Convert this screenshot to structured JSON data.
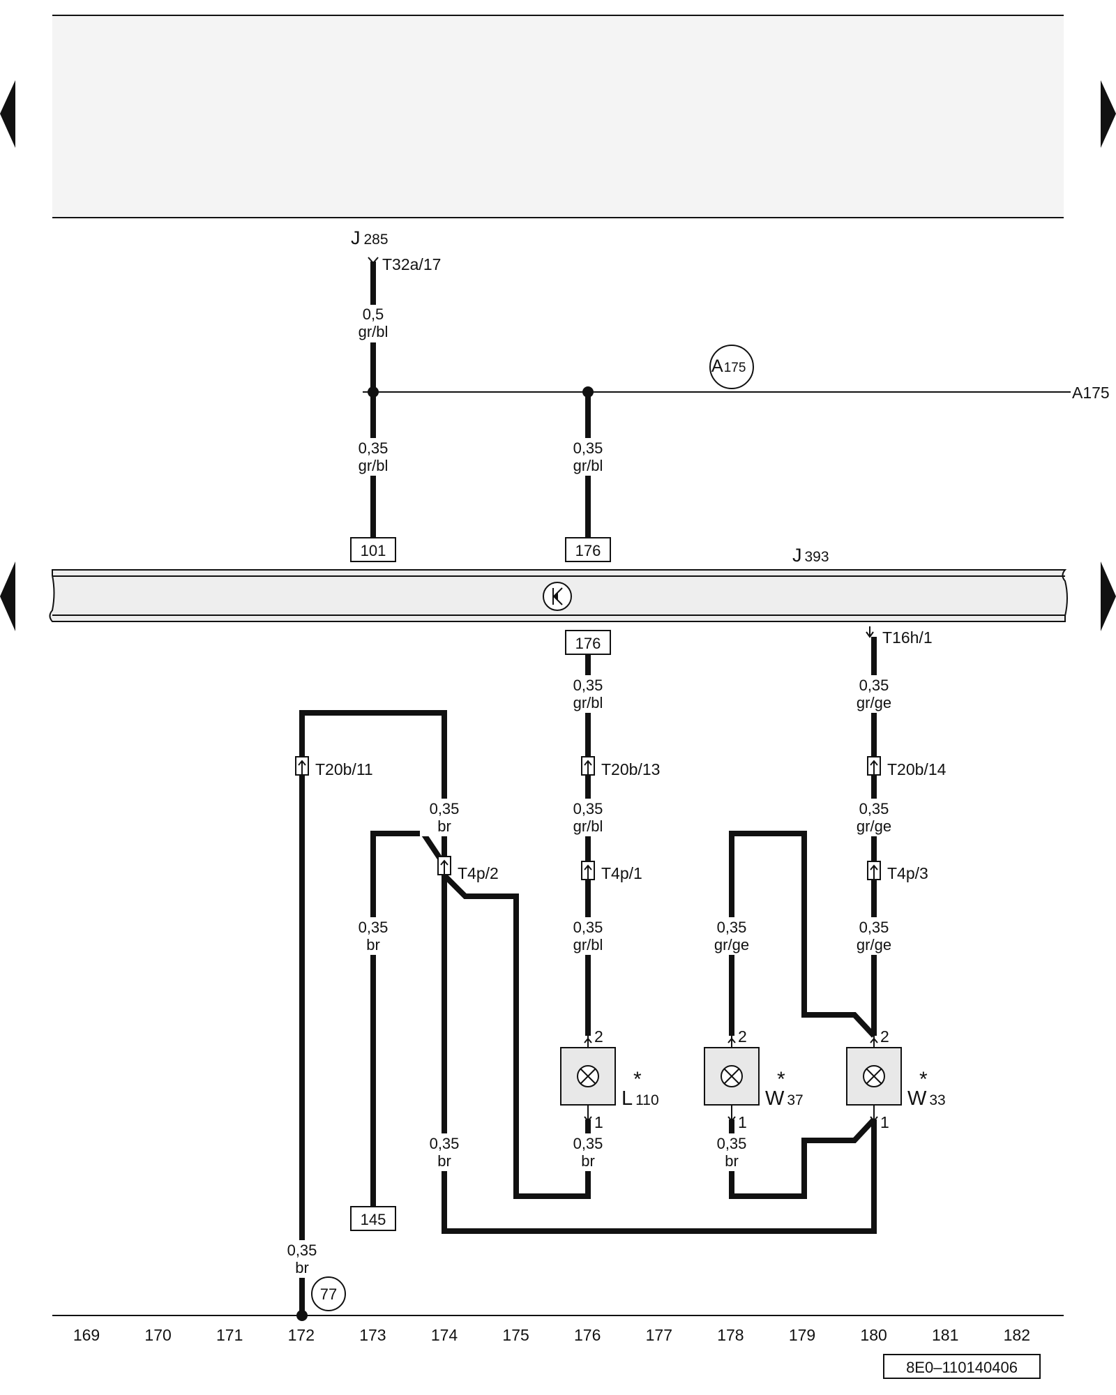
{
  "diagram_code": "8E0–110140406",
  "colors": {
    "line": "#111111",
    "band_fill": "#f4f4f4",
    "bus_fill": "#eeeeee",
    "component_fill": "#e8e8e8"
  },
  "components": {
    "j285": {
      "main": "J",
      "sub": "285"
    },
    "j393": {
      "main": "J",
      "sub": "393"
    },
    "l110": {
      "main": "L",
      "sub": "110",
      "mark": "*"
    },
    "w37": {
      "main": "W",
      "sub": "37",
      "mark": "*"
    },
    "w33": {
      "main": "W",
      "sub": "33",
      "mark": "*"
    }
  },
  "bus_symbol_icon": "k-circle-icon",
  "lamp_icon": "bulb-cross-circle-icon",
  "nav_arrows": [
    "arrow-left-icon",
    "arrow-right-icon",
    "arrow-left-icon",
    "arrow-right-icon"
  ],
  "terminals": {
    "t32a_17": "T32a/17",
    "t16h_1": "T16h/1",
    "t20b_11": "T20b/11",
    "t20b_13": "T20b/13",
    "t20b_14": "T20b/14",
    "t4p_2": "T4p/2",
    "t4p_1": "T4p/1",
    "t4p_3": "T4p/3"
  },
  "pins": {
    "l110_top": "2",
    "l110_bottom": "1",
    "w37_top": "2",
    "w37_bottom": "1",
    "w33_top": "2",
    "w33_bottom": "1"
  },
  "connection_A175": {
    "circle_main": "A",
    "circle_sub": "175",
    "line_end": "A175"
  },
  "ref_boxes": {
    "b101": "101",
    "b176_top": "176",
    "b176_bottom": "176",
    "b145": "145"
  },
  "ground_circle": "77",
  "wires": {
    "w_j285": {
      "size": "0,5",
      "color": "gr/bl"
    },
    "w_101": {
      "size": "0,35",
      "color": "gr/bl"
    },
    "w_176a": {
      "size": "0,35",
      "color": "gr/bl"
    },
    "w_176b": {
      "size": "0,35",
      "color": "gr/bl"
    },
    "w_176c": {
      "size": "0,35",
      "color": "gr/bl"
    },
    "w_176d": {
      "size": "0,35",
      "color": "gr/bl"
    },
    "w_180a": {
      "size": "0,35",
      "color": "gr/ge"
    },
    "w_180b": {
      "size": "0,35",
      "color": "gr/ge"
    },
    "w_180c": {
      "size": "0,35",
      "color": "gr/ge"
    },
    "w_178a": {
      "size": "0,35",
      "color": "gr/ge"
    },
    "w_174a": {
      "size": "0,35",
      "color": "br"
    },
    "w_173": {
      "size": "0,35",
      "color": "br"
    },
    "w_174b": {
      "size": "0,35",
      "color": "br"
    },
    "w_176e": {
      "size": "0,35",
      "color": "br"
    },
    "w_178b": {
      "size": "0,35",
      "color": "br"
    },
    "w_172": {
      "size": "0,35",
      "color": "br"
    }
  },
  "axis_numbers": [
    "169",
    "170",
    "171",
    "172",
    "173",
    "174",
    "175",
    "176",
    "177",
    "178",
    "179",
    "180",
    "181",
    "182"
  ]
}
